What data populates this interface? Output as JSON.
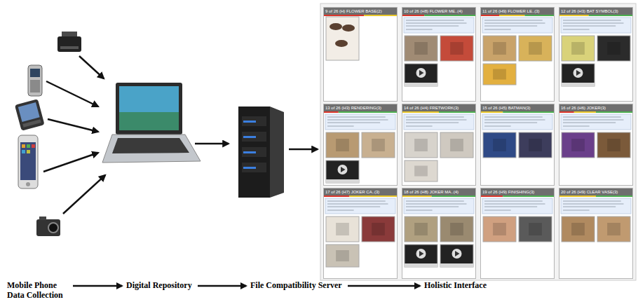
{
  "diagram": {
    "nodes": [
      {
        "text": [
          "9 of 26 (H) FLOWER BASE(2)"
        ]
      },
      {
        "text": [
          "10 of 26 (H8) FLOWER ME..(4)"
        ]
      },
      {
        "text": [
          "11 of 26 (H9) FLOWER LE..(3)"
        ]
      },
      {
        "text": [
          "12 of 26 (H3) BAT SYMBOL(3)"
        ]
      },
      {
        "text": [
          "13 of 26 (H3) RENDERING(3)"
        ]
      },
      {
        "text": [
          "14 of 26 (H4) FRETWORK(3)"
        ]
      },
      {
        "text": [
          "15 of 26 (H5) BATMAN(3)"
        ]
      },
      {
        "text": [
          "16 of 26 (H6) JOKER(3)"
        ]
      },
      {
        "text": [
          "17 of 26 (H7) JOKER CA..(3)"
        ]
      },
      {
        "text": [
          "18 of 26 (H8) JOKER MA..(4)"
        ]
      },
      {
        "text": [
          "19 of 26 (H9) FINISHING(3)"
        ]
      },
      {
        "text": [
          "20 of 26 (H9) CLEAR VASE(3)"
        ]
      },
      {
        "text": [
          "Mobile Phone Data Collection"
        ]
      },
      {
        "text": [
          "Digital Repository"
        ]
      },
      {
        "text": [
          "File Compatibility Server"
        ]
      },
      {
        "text": [
          "Holistic Interface"
        ]
      }
    ],
    "edges": [
      {
        "from": 12,
        "to": 13,
        "arrow": "to"
      },
      {
        "from": 13,
        "to": 14,
        "arrow": "to"
      },
      {
        "from": 14,
        "to": 15,
        "arrow": "to"
      }
    ]
  }
}
